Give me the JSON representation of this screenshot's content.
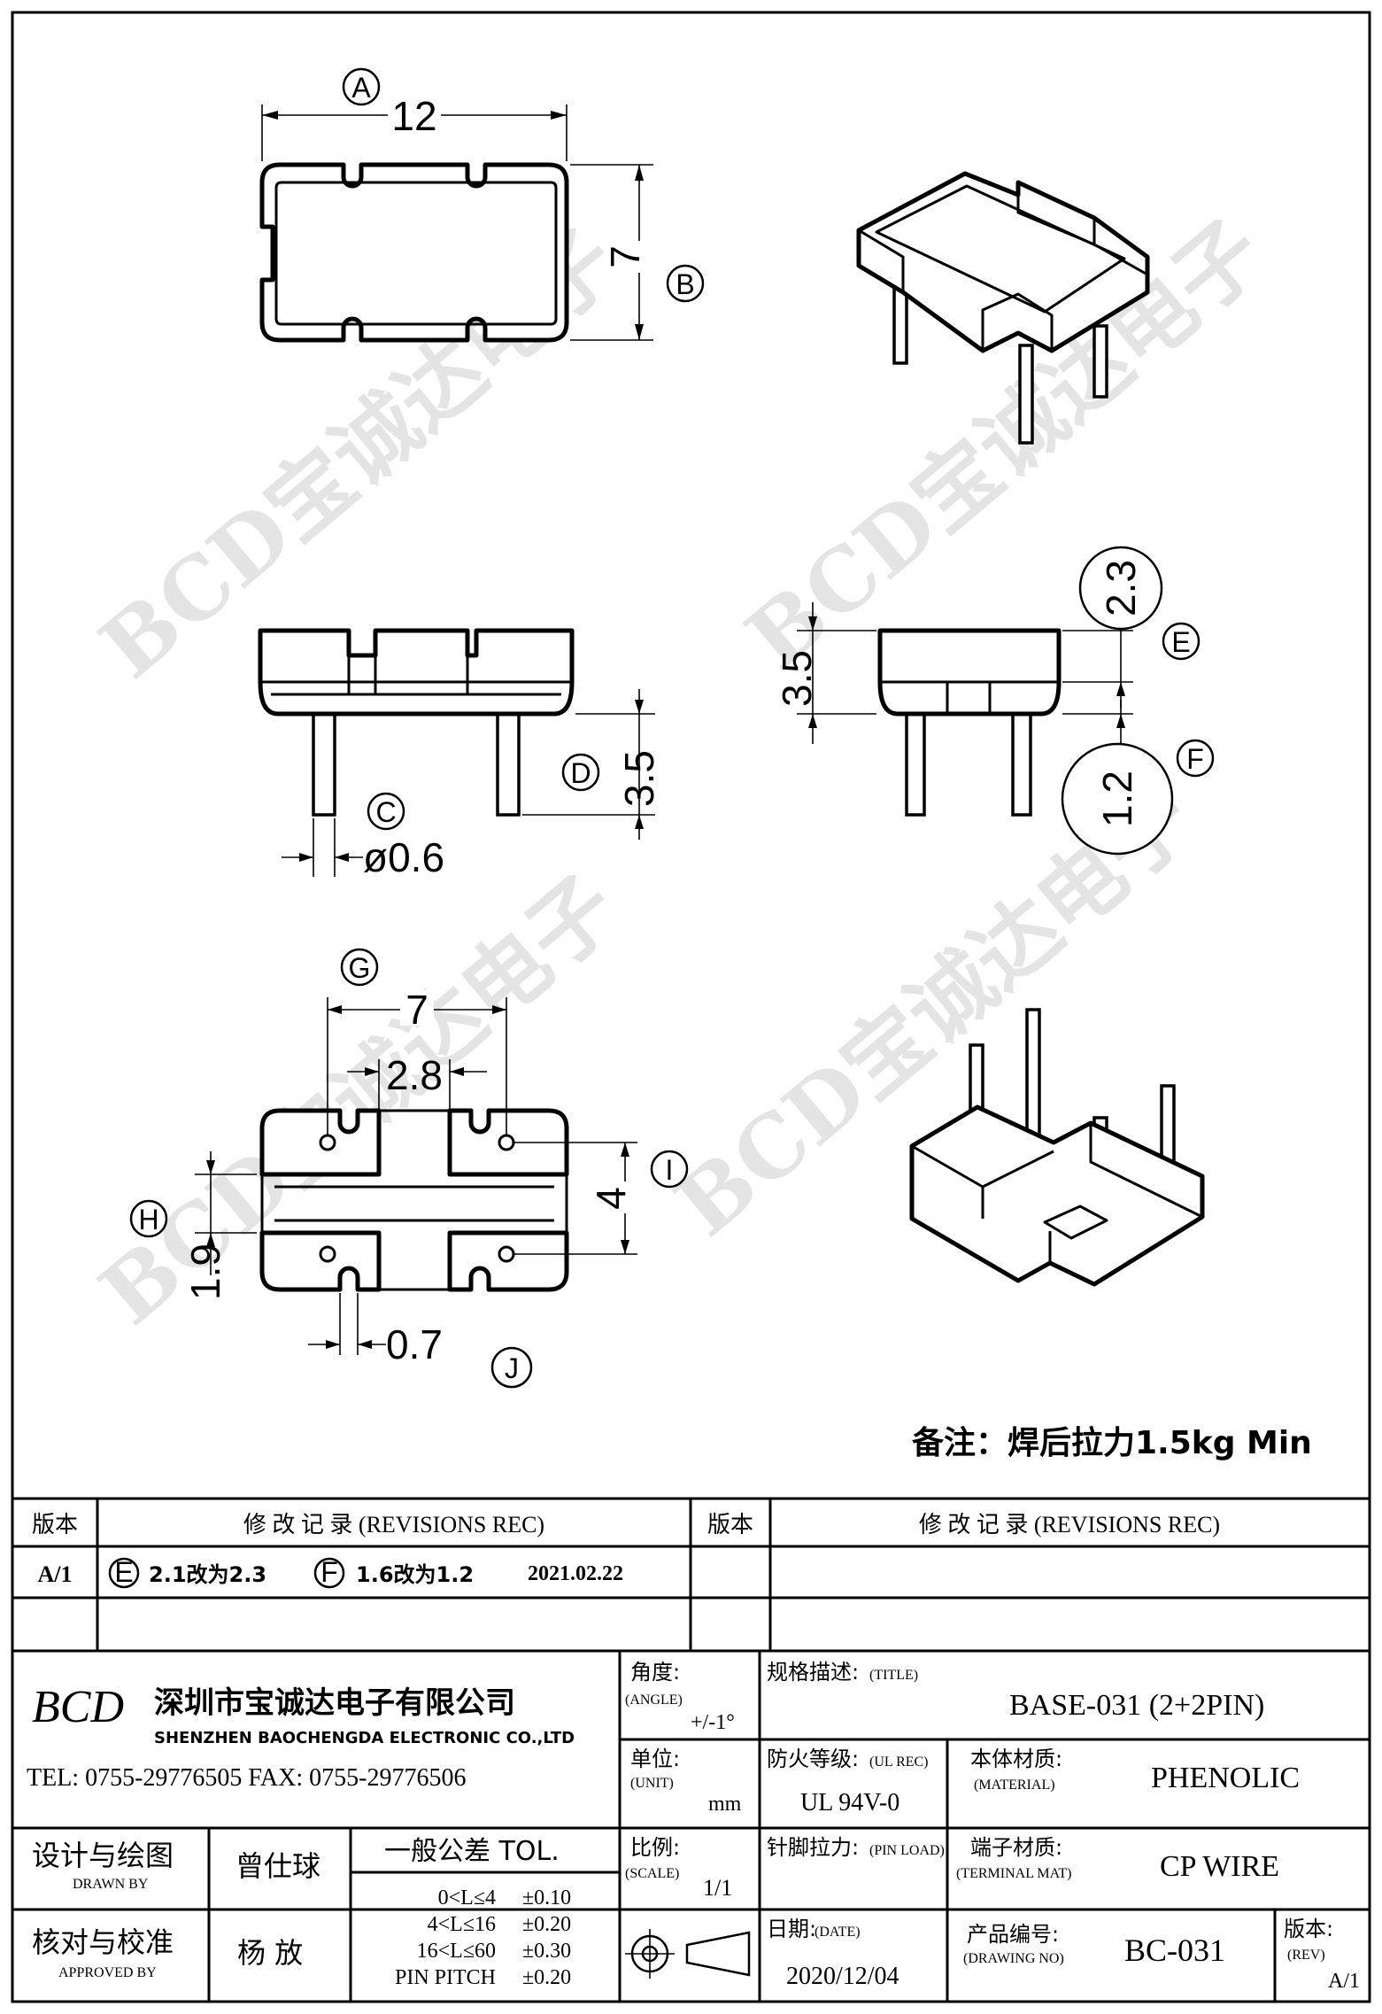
{
  "watermark": "BCD宝诚达电子",
  "views": {
    "top": {
      "callout_a": "A",
      "width": "12",
      "callout_b": "B",
      "depth": "7"
    },
    "side": {
      "callout_c": "C",
      "pin_diameter": "ø0.6",
      "callout_d": "D",
      "pin_length": "3.5"
    },
    "front": {
      "height": "3.5",
      "callout_e": "E",
      "body_height": "2.3",
      "callout_f": "F",
      "standoff": "1.2"
    },
    "bottom": {
      "callout_g": "G",
      "pin_span": "7",
      "pin_gap": "2.8",
      "callout_h": "H",
      "pitch_h": "1.9",
      "callout_i": "I",
      "pitch_v": "4",
      "callout_j": "J",
      "slot": "0.7"
    }
  },
  "note": "备注：焊后拉力1.5kg Min",
  "revisions": {
    "col_version": "版本",
    "col_record": "修  改  记  录  (REVISIONS REC)",
    "rows": [
      {
        "rev": "A/1",
        "e_mark": "E",
        "e_text": "2.1改为2.3",
        "f_mark": "F",
        "f_text": "1.6改为1.2",
        "date": "2021.02.22"
      },
      {
        "rev": "",
        "e_mark": "",
        "e_text": "",
        "f_mark": "",
        "f_text": "",
        "date": ""
      }
    ]
  },
  "company": {
    "logo": "BCD",
    "name_cn": "深圳市宝诚达电子有限公司",
    "name_en": "SHENZHEN BAOCHENGDA ELECTRONIC CO.,LTD",
    "contact": "TEL: 0755-29776505  FAX: 0755-29776506"
  },
  "title_block": {
    "angle_label": "角度:",
    "angle_label_en": "(ANGLE)",
    "angle_value": "+/-1°",
    "title_label": "规格描述:",
    "title_label_en": "(TITLE)",
    "title_value": "BASE-031 (2+2PIN)",
    "unit_label": "单位:",
    "unit_label_en": "(UNIT)",
    "unit_value": "mm",
    "ul_label": "防火等级:",
    "ul_label_en": "(UL REC)",
    "ul_value": "UL 94V-0",
    "material_label": "本体材质:",
    "material_label_en": "(MATERIAL)",
    "material_value": "PHENOLIC",
    "drawn_label": "设计与绘图",
    "drawn_label_en": "DRAWN BY",
    "drawn_value": "曾仕球",
    "tol_title": "一般公差 TOL.",
    "tol_rows": [
      {
        "range": "0<L≤4",
        "tol": "±0.10"
      },
      {
        "range": "4<L≤16",
        "tol": "±0.20"
      },
      {
        "range": "16<L≤60",
        "tol": "±0.30"
      },
      {
        "range": "PIN PITCH",
        "tol": "±0.20"
      }
    ],
    "scale_label": "比例:",
    "scale_label_en": "(SCALE)",
    "scale_value": "1/1",
    "pinload_label": "针脚拉力:",
    "pinload_label_en": "(PIN LOAD)",
    "terminal_label": "端子材质:",
    "terminal_label_en": "(TERMINAL MAT)",
    "terminal_value": "CP WIRE",
    "approved_label": "核对与校准",
    "approved_label_en": "APPROVED BY",
    "approved_value": "杨  放",
    "date_label": "日期:",
    "date_label_en": "(DATE)",
    "date_value": "2020/12/04",
    "drawing_label": "产品编号:",
    "drawing_label_en": "(DRAWING NO)",
    "drawing_value": "BC-031",
    "rev_label": "版本:",
    "rev_label_en": "(REV)",
    "rev_value": "A/1"
  }
}
